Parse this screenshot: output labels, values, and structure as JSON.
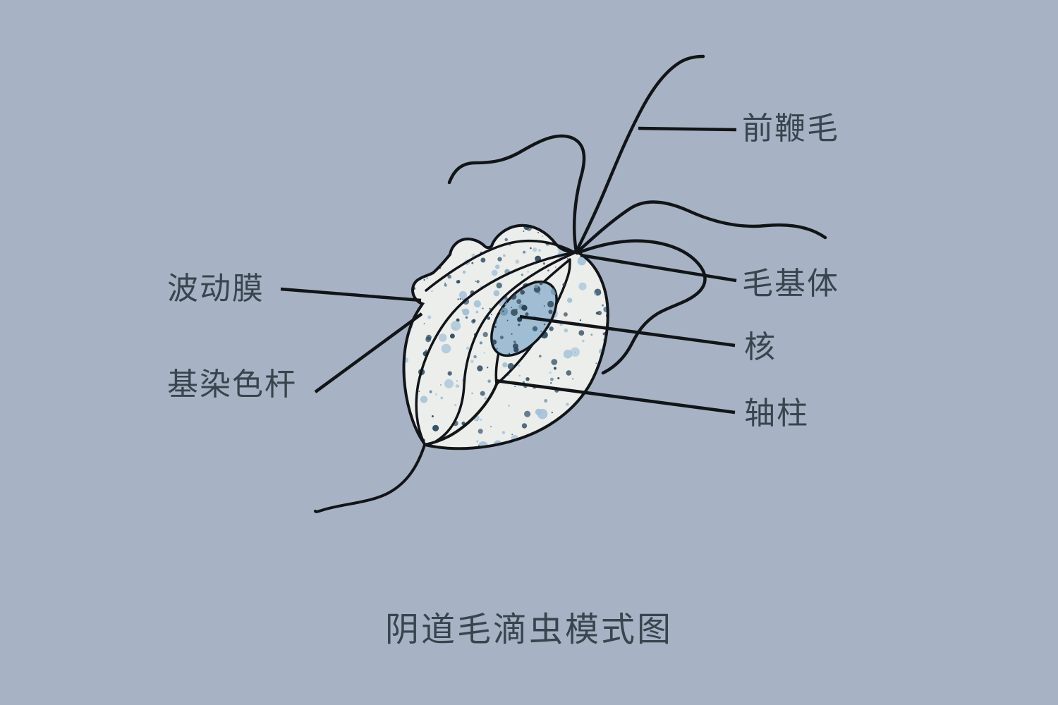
{
  "diagram": {
    "title": "阴道毛滴虫模式图",
    "labels": [
      {
        "id": "anterior-flagella",
        "text": "前鞭毛"
      },
      {
        "id": "basal-body",
        "text": "毛基体"
      },
      {
        "id": "nucleus",
        "text": "核"
      },
      {
        "id": "axostyle",
        "text": "轴柱"
      },
      {
        "id": "undulating-membrane",
        "text": "波动膜"
      },
      {
        "id": "costa",
        "text": "基染色杆"
      }
    ],
    "colors": {
      "background": "#a7b3c4",
      "line": "#121518",
      "text": "#39444e",
      "body_fill": "#eceeec",
      "nucleus_fill": "#9fbdd3",
      "speckle_dark": "#2e4d63",
      "speckle_mid": "#5c82a0",
      "speckle_light": "#a3c2d8",
      "nucleus_speckle": "#273f50"
    }
  }
}
